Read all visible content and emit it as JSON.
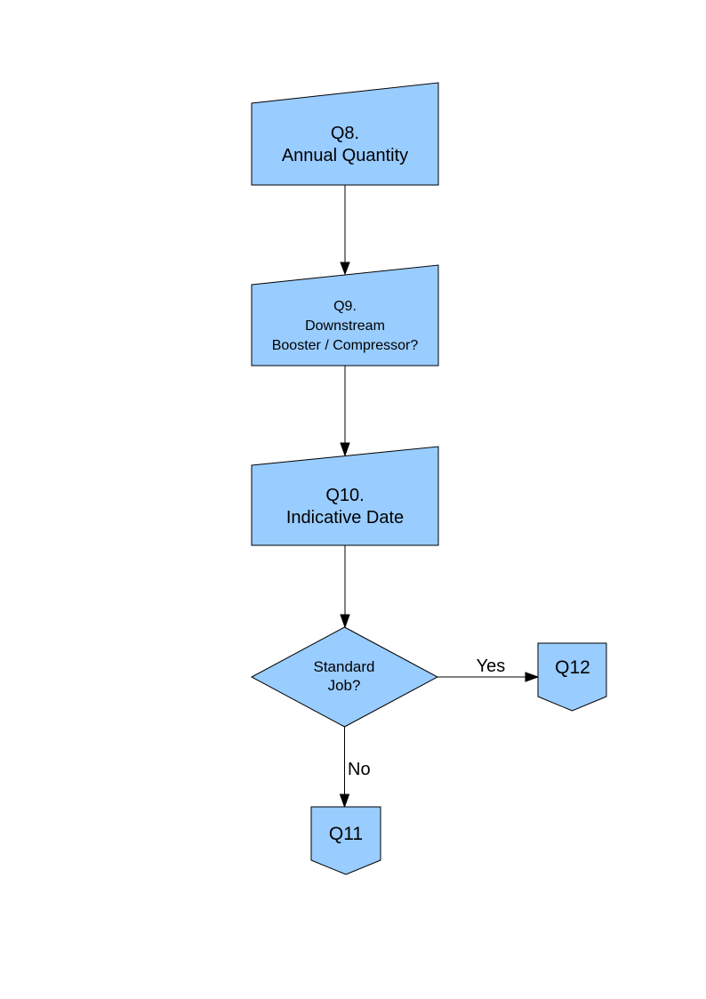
{
  "page": {
    "background": "#FFFFFF"
  },
  "colors": {
    "node_fill": "#99CCFF",
    "node_border": "#000000",
    "line": "#000000",
    "text": "#000000"
  },
  "nodes": {
    "q8": {
      "type": "manual-input",
      "lines": [
        "Q8.",
        "Annual Quantity"
      ]
    },
    "q9": {
      "type": "manual-input",
      "lines": [
        "Q9.",
        "Downstream",
        "Booster / Compressor?"
      ]
    },
    "q10": {
      "type": "manual-input",
      "lines": [
        "Q10.",
        "Indicative Date"
      ]
    },
    "standard_job": {
      "type": "decision",
      "lines": [
        "Standard",
        "Job?"
      ]
    },
    "q12": {
      "type": "off-page-connector",
      "label": "Q12"
    },
    "q11": {
      "type": "off-page-connector",
      "label": "Q11"
    }
  },
  "edge_labels": {
    "yes": "Yes",
    "no": "No"
  }
}
